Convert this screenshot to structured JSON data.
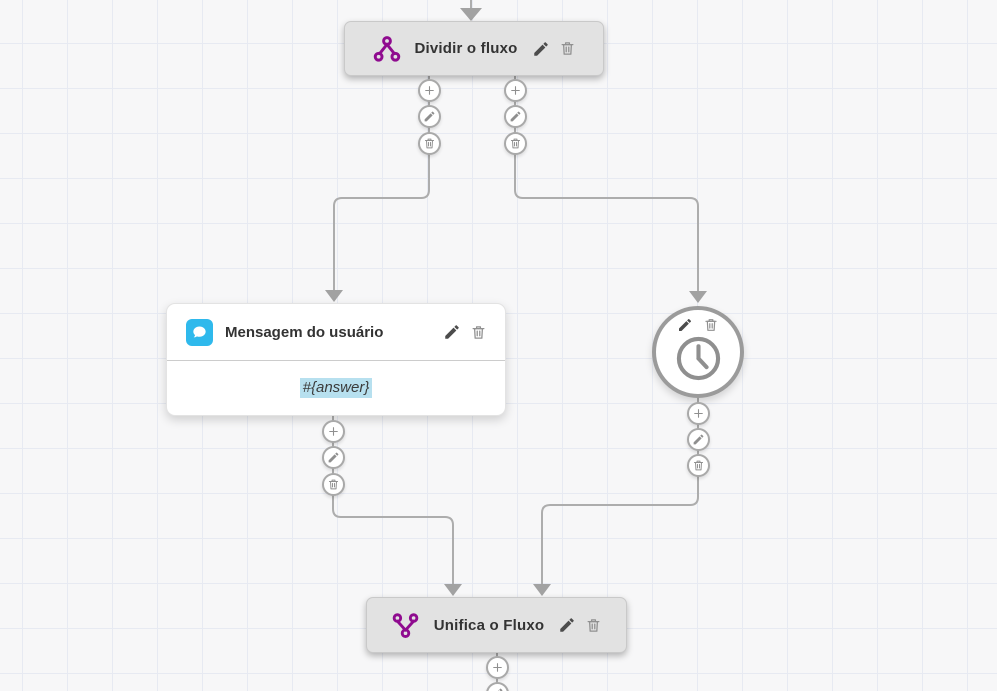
{
  "flow": {
    "divider_node": {
      "title": "Dividir o fluxo",
      "icon": "split-icon"
    },
    "user_message_node": {
      "title": "Mensagem do usuário",
      "icon": "chat-bubble-icon",
      "body": "#{answer}"
    },
    "timer_node": {
      "icon": "clock-icon"
    },
    "merge_node": {
      "title": "Unifica o Fluxo",
      "icon": "merge-icon"
    }
  },
  "colors": {
    "purple": "#8f0b8f",
    "blue": "#2fb9ec",
    "highlight": "#b7e0ef",
    "connector": "#adadad",
    "node_gray": "#e2e2e2"
  }
}
